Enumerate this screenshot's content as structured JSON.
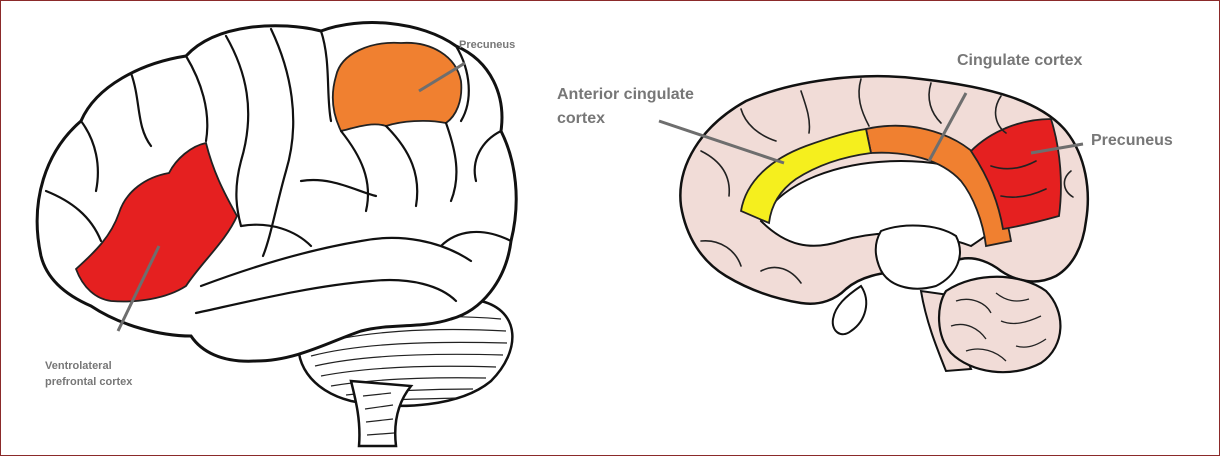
{
  "left_figure": {
    "precuneus_label": "Precuneus",
    "vlpfc_label_line1": "Ventrolateral",
    "vlpfc_label_line2": "prefrontal cortex"
  },
  "right_figure": {
    "acc_label_line1": "Anterior cingulate",
    "acc_label_line2": "cortex",
    "cingulate_label": "Cingulate cortex",
    "precuneus_label": "Precuneus"
  },
  "colors": {
    "precuneus_lateral": "#f08030",
    "vlpfc": "#e52020",
    "acc": "#f5ef1e",
    "cingulate": "#f08030",
    "precuneus_medial": "#e52020",
    "medial_cortex": "#f1dcd7",
    "leader_line": "#6e6e6e"
  }
}
